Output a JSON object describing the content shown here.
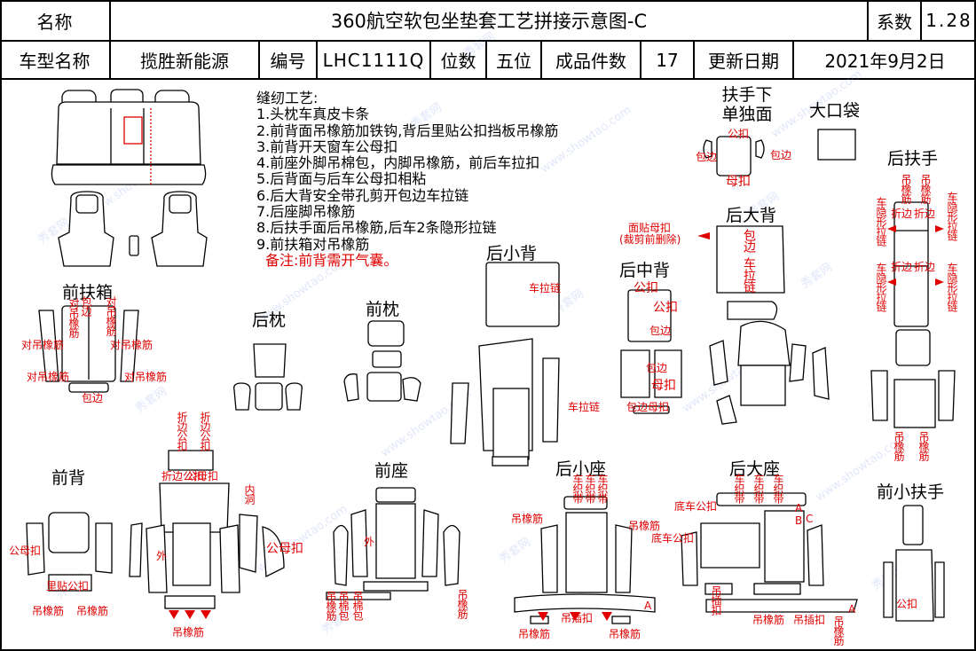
{
  "header": {
    "name_label": "名称",
    "title": "360航空软包坐垫套工艺拼接示意图-C",
    "coef_label": "系数",
    "coef_value": "1.28",
    "model_label": "车型名称",
    "model_value": "揽胜新能源",
    "code_label": "编号",
    "code_value": "LHC1111Q",
    "seats_label": "位数",
    "seats_value": "五位",
    "pieces_label": "成品件数",
    "pieces_value": "17",
    "date_label": "更新日期",
    "date_value": "2021年9月2日"
  },
  "process": {
    "heading": "缝纫工艺:",
    "steps": [
      "1.头枕车真皮卡条",
      "2.前背面吊橡筋加铁钩,背后里贴公扣挡板吊橡筋",
      "3.前背开天窗车公母扣",
      "4.前座外脚吊棉包，内脚吊橡筋，前后车拉扣",
      "5.后背面与后车公母扣相粘",
      "6.后大背安全带孔剪开包边车拉链",
      "7.后座脚吊橡筋",
      "8.后扶手面后吊橡筋,后车2条隐形拉链",
      "9.前扶箱对吊橡筋"
    ],
    "remark": "备注:前背需开气囊。"
  },
  "sections": {
    "armrest_front_box": "前扶箱",
    "rear_pillow": "后枕",
    "front_pillow": "前枕",
    "rear_small_back": "后小背",
    "rear_middle_back": "后中背",
    "armrest_lower": "扶手下单独面",
    "big_pocket": "大口袋",
    "rear_big_back": "后大背",
    "rear_armrest": "后扶手",
    "front_back": "前背",
    "front_seat": "前座",
    "rear_small_seat": "后小座",
    "rear_big_seat": "后大座",
    "front_small_armrest": "前小扶手"
  },
  "annotations": {
    "male_buckle": "公扣",
    "female_buckle": "母扣",
    "edge": "包边",
    "rubber": "吊橡筋",
    "pair_rubber": "对吊橡筋",
    "zipper": "车拉链",
    "face_female": "面贴母扣",
    "cut_note": "(裁剪前删除)",
    "male_female": "公母扣",
    "inner_hole": "内洞",
    "fold_edge_male": "折边公扣",
    "inner_male": "里贴公扣",
    "outer": "外",
    "cotton_bag": "吊棉包",
    "bottom_male": "底车公扣",
    "hang_buckle": "吊插扣",
    "webbing": "车织带",
    "hidden_zip": "车隐形拉链",
    "fold": "折边",
    "edge_female": "包边母扣",
    "a": "A",
    "b": "B",
    "c": "C"
  },
  "watermark": {
    "cn": "秀套网",
    "en": "www.showtao.com"
  },
  "colors": {
    "annotation": "#e00000",
    "outline": "#000000",
    "watermark": "#8ca0e6"
  }
}
